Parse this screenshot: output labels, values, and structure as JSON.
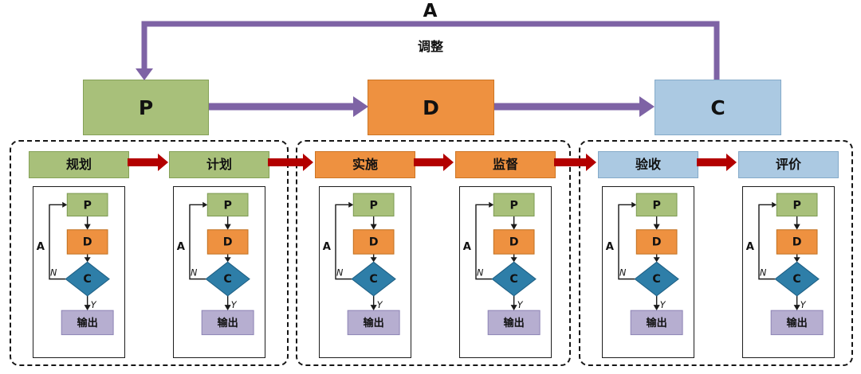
{
  "top_cycle": {
    "feedback_label": "A",
    "adjust_label": "调整",
    "boxes": [
      {
        "label": "P",
        "color": "#a8c07a"
      },
      {
        "label": "D",
        "color": "#ee9140"
      },
      {
        "label": "C",
        "color": "#abc9e2"
      }
    ]
  },
  "groups": [
    {
      "name": "plan-stage",
      "color": "#a8c07a",
      "units": [
        {
          "title": "规划"
        },
        {
          "title": "计划"
        }
      ]
    },
    {
      "name": "do-stage",
      "color": "#ee9140",
      "units": [
        {
          "title": "实施"
        },
        {
          "title": "监督"
        }
      ]
    },
    {
      "name": "check-stage",
      "color": "#abc9e2",
      "units": [
        {
          "title": "验收"
        },
        {
          "title": "评价"
        }
      ]
    }
  ],
  "mini_flowchart": {
    "p_label": "P",
    "d_label": "D",
    "c_label": "C",
    "output_label": "输出",
    "no_label": "N",
    "yes_label": "Y",
    "feedback_label": "A"
  },
  "colors": {
    "green": "#a8c07a",
    "orange": "#ee9140",
    "light_blue": "#abc9e2",
    "diamond_blue": "#2e7ea8",
    "output_purple": "#b6aed0",
    "arrow_red": "#b30000",
    "arrow_purple": "#7e63a5",
    "line_black": "#1a1a1a"
  }
}
